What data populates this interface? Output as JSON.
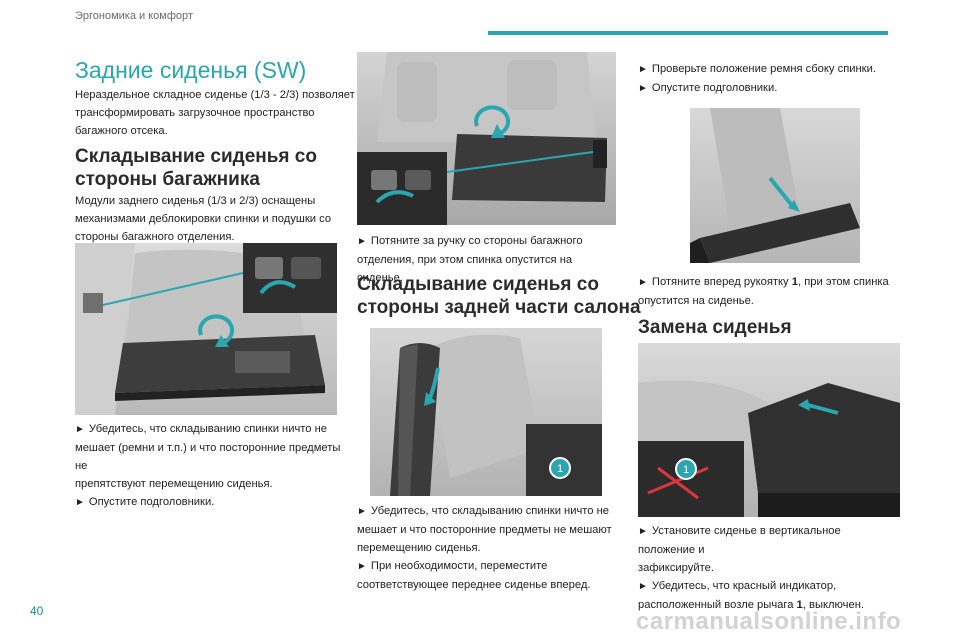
{
  "header": {
    "section": "Эргономика и комфорт",
    "accent": "#2aa6b0"
  },
  "page_number": "40",
  "col1": {
    "title": "Задние сиденья (SW)",
    "intro": [
      "Нераздельное складное сиденье (1/3 - 2/3) позволяет",
      "трансформировать загрузочное пространство",
      "багажного отсека."
    ],
    "heading1": [
      "Складывание сиденья со",
      "стороны багажника"
    ],
    "para1": [
      "Модули заднего сиденья (1/3 и 2/3) оснащены",
      "механизмами деблокировки спинки и подушки со",
      "стороны багажного отделения."
    ],
    "bullets": [
      [
        "Убедитесь, что складыванию спинки ничто не",
        "мешает (ремни и т.п.) и что посторонние предметы не",
        "препятствуют перемещению сиденья."
      ],
      [
        "Опустите подголовники."
      ]
    ]
  },
  "col2": {
    "bullet_top": [
      "Потяните за ручку со стороны багажного",
      "отделения, при этом спинка опустится на сиденье."
    ],
    "heading2": [
      "Складывание сиденья со",
      "стороны задней части салона"
    ],
    "callout": "1",
    "bullets": [
      [
        "Убедитесь, что складыванию спинки ничто не",
        "мешает и что посторонние предметы не мешают",
        "перемещению сиденья."
      ],
      [
        "При необходимости, переместите",
        "соответствующее переднее сиденье вперед."
      ]
    ]
  },
  "col3": {
    "bullets_top": [
      [
        "Проверьте положение ремня сбоку спинки."
      ],
      [
        "Опустите подголовники."
      ]
    ],
    "bullet_mid": [
      "Потяните вперед рукоятку ",
      "1",
      ", при этом спинка",
      "опустится на сиденье."
    ],
    "heading3": "Замена сиденья",
    "callout": "1",
    "bullets_bottom_1": [
      "Установите сиденье в вертикальное положение и",
      "зафиксируйте."
    ],
    "bullets_bottom_2": [
      "Убедитесь, что красный индикатор,",
      "расположенный возле рычага ",
      "1",
      ", выключен."
    ]
  },
  "watermark": "carmanualsonline.info"
}
